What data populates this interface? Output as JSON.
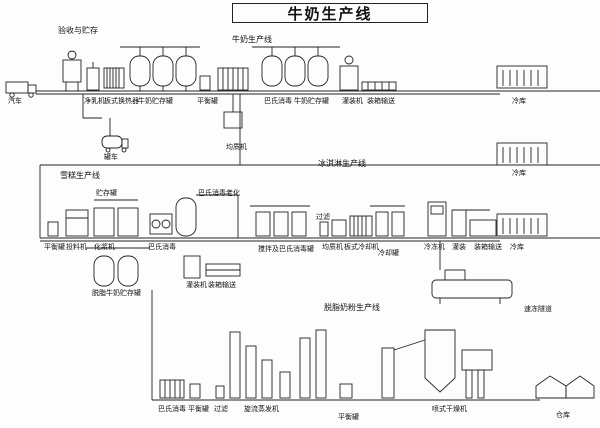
{
  "title": "牛奶生产线",
  "sections": {
    "milk_collection": "验收与贮存",
    "milk_line": "牛奶生产线",
    "icecream_line": "冰淇淋生产线",
    "popsicle_line": "雪糕生产线",
    "powder_line": "脱脂奶粉生产线"
  },
  "labels": {
    "truck": "汽车",
    "purifier": "净乳机",
    "cooler": "板式换热器",
    "storage_tank": "牛奶贮存罐",
    "balance_tank": "平衡罐",
    "homogenizer": "均质机",
    "pasteurizer": "巴氏消毒",
    "milk_tank": "牛奶贮存罐",
    "filler": "灌装机",
    "carton_packer": "装箱输送",
    "cold_store": "冷库",
    "cip_tank": "罐车",
    "cold_store2": "冷库",
    "cold_store3": "冷库",
    "pc_storage": "贮存罐",
    "pc_balance": "平衡罐",
    "pc_feed": "投料机",
    "pc_mixer": "化浆机",
    "pc_pasteur": "巴氏消毒",
    "pc_aging": "巴氏消毒老化",
    "pc_filler": "灌装机",
    "pc_pack": "装箱输送",
    "pc_skim": "脱脂牛奶贮存罐",
    "pc_mix": "搅拌及巴氏消毒罐",
    "ic_filter": "过滤",
    "ic_homog": "均质机",
    "ic_cooler": "板式冷却机",
    "ic_freeze_tank": "冷却罐",
    "ic_freezer": "冷冻机",
    "ic_filler": "灌装",
    "ic_pack": "装箱输送",
    "ic_cold": "冷库",
    "ic_tunnel": "速冻隧道",
    "pw_pasteur": "巴氏消毒",
    "pw_balance": "平衡罐",
    "pw_filter": "过滤",
    "pw_evap": "旋流蒸发机",
    "pw_balance2": "平衡罐",
    "pw_dryer": "喷式干燥机",
    "pw_warehouse": "仓库"
  }
}
